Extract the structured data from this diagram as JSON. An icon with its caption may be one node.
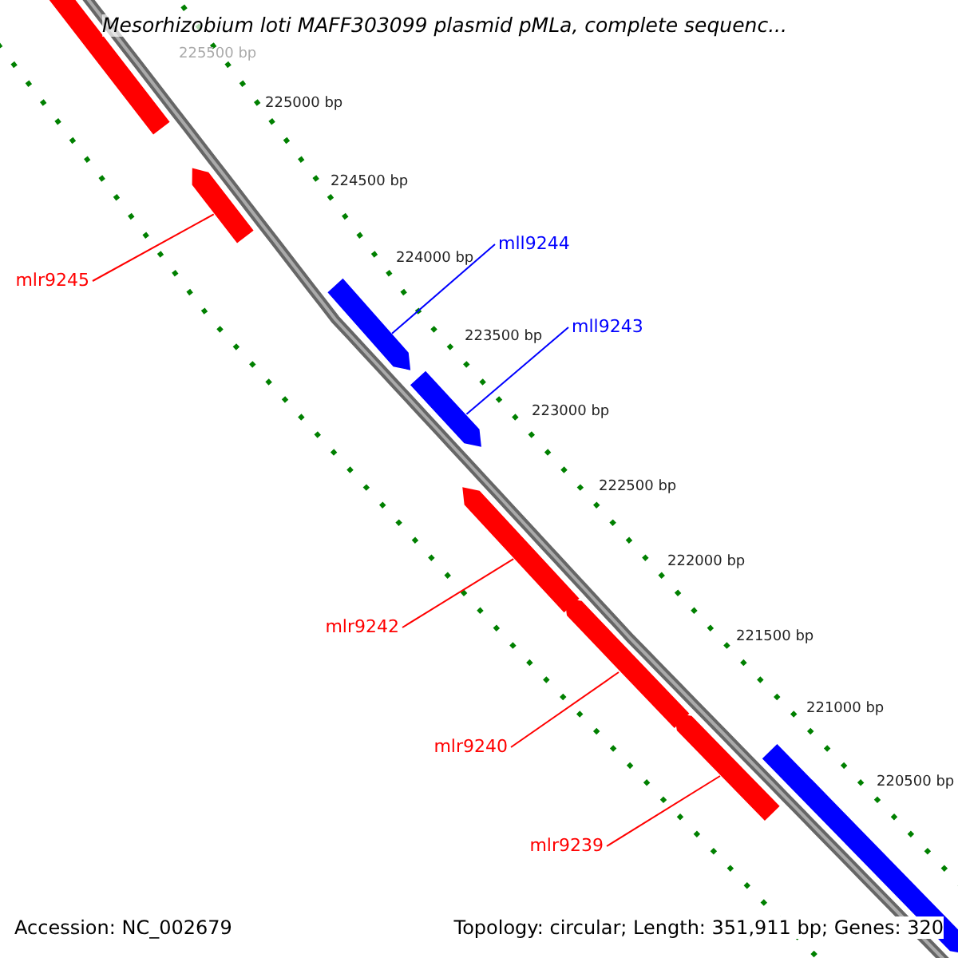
{
  "diagram": {
    "title": "Mesorhizobium loti MAFF303099 plasmid pMLa, complete sequenc...",
    "nodes": [
      {
        "text": [],
        "shape": "bar"
      },
      {
        "text": [
          "mlr9245"
        ]
      },
      {
        "text": [],
        "shape": "bar"
      },
      {
        "text": [
          "mll9244"
        ]
      },
      {
        "text": [],
        "shape": "bar"
      },
      {
        "text": [
          "mll9243"
        ]
      },
      {
        "text": [],
        "shape": "bar"
      },
      {
        "text": [],
        "shape": "bar"
      },
      {
        "text": [
          "mlr9242"
        ]
      },
      {
        "text": [],
        "shape": "bar"
      },
      {
        "text": [
          "mlr9240"
        ]
      },
      {
        "text": [],
        "shape": "bar"
      },
      {
        "text": [
          "mlr9239"
        ]
      },
      {
        "text": [],
        "shape": "bar"
      }
    ],
    "edges": [
      {
        "from": 1,
        "to": 2,
        "arrow": "none"
      },
      {
        "from": 3,
        "to": 4,
        "arrow": "none",
        "color": "#0000ff"
      },
      {
        "from": 5,
        "to": 6,
        "arrow": "none",
        "color": "#0000ff"
      },
      {
        "from": 8,
        "to": 7,
        "arrow": "none"
      },
      {
        "from": 10,
        "to": 9,
        "arrow": "none"
      },
      {
        "from": 12,
        "to": 11,
        "arrow": "none"
      }
    ],
    "labels": [
      "225500 bp",
      "225000 bp",
      "224500 bp",
      "224000 bp",
      "223500 bp",
      "223000 bp",
      "222500 bp",
      "222000 bp",
      "221500 bp",
      "221000 bp",
      "220500 bp",
      "Accession: NC_002679",
      "Topology: circular; Length: 351,911 bp; Genes: 320"
    ]
  }
}
